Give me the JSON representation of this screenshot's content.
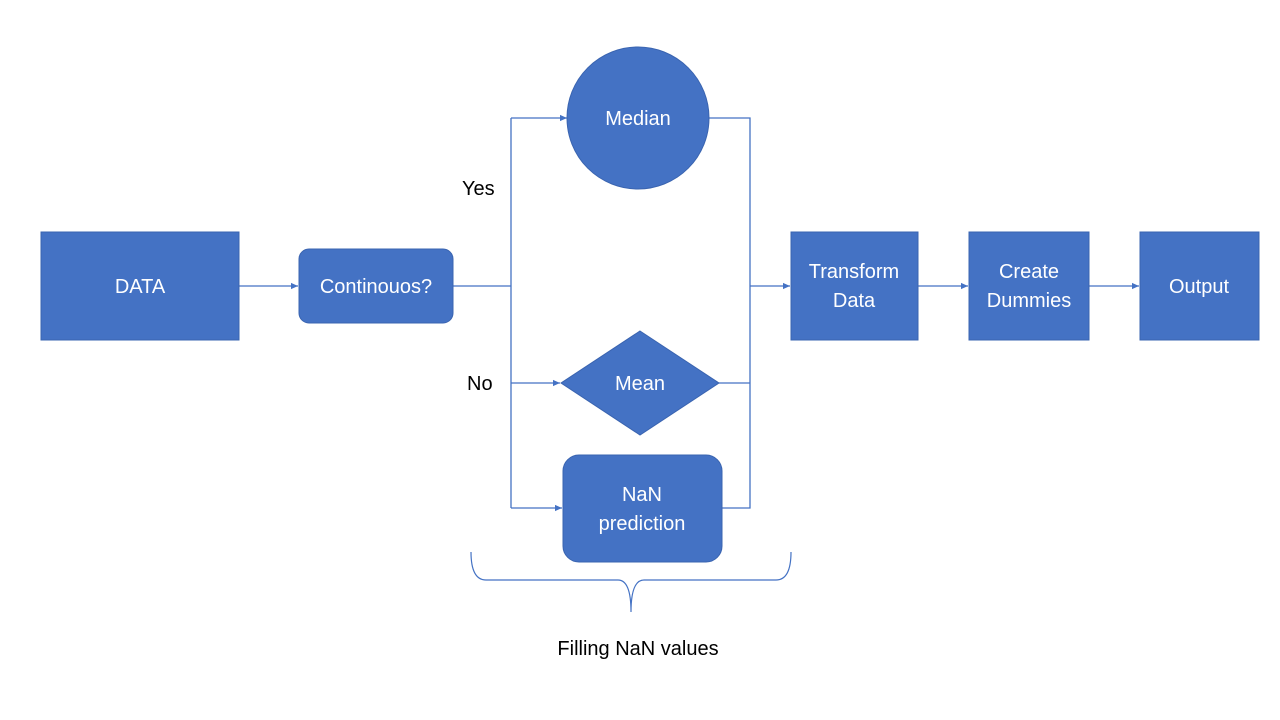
{
  "nodes": {
    "data": {
      "label": "DATA"
    },
    "continuous": {
      "label": "Continouos?"
    },
    "median": {
      "label": "Median"
    },
    "mean": {
      "label": "Mean"
    },
    "nan_prediction": {
      "line1": "NaN",
      "line2": "prediction"
    },
    "transform": {
      "line1": "Transform",
      "line2": "Data"
    },
    "dummies": {
      "line1": "Create",
      "line2": "Dummies"
    },
    "output": {
      "label": "Output"
    }
  },
  "edges": {
    "yes_label": "Yes",
    "no_label": "No"
  },
  "group": {
    "caption": "Filling NaN values"
  },
  "colors": {
    "node_fill": "#4472c4",
    "node_text": "#ffffff",
    "connector": "#4472c4"
  }
}
